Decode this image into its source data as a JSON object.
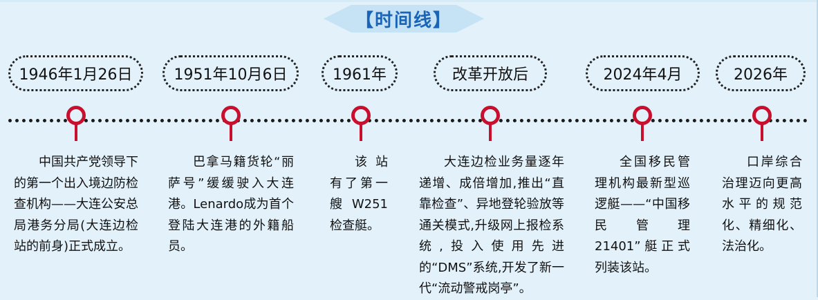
{
  "title": "【时间线】",
  "colors": {
    "background": "#e2f1fa",
    "title": "#1a64b8",
    "marker": "#c8102e"
  },
  "events": [
    {
      "date": "1946年1月26日",
      "text": "中国共产党领导下的第一个出入境边防检查机构——大连公安总局港务分局(大连边检站的前身)正式成立。"
    },
    {
      "date": "1951年10月6日",
      "text": "巴拿马籍货轮“丽萨号”缓缓驶入大连港。Lenardo成为首个登陆大连港的外籍船员。"
    },
    {
      "date": "1961年",
      "text": "该站有了第一艘W251检查艇。"
    },
    {
      "date": "改革开放后",
      "text": "大连边检业务量逐年递增、成倍增加,推出“直靠检查”、异地登轮验放等通关模式,升级网上报检系统,投入使用先进的“DMS”系统,开发了新一代“流动警戒岗亭”。"
    },
    {
      "date": "2024年4月",
      "text": "全国移民管理机构最新型巡逻艇——“中国移民管理21401”艇正式列装该站。"
    },
    {
      "date": "2026年",
      "text": "口岸综合治理迈向更高水平的规范化、精细化、法治化。"
    }
  ]
}
